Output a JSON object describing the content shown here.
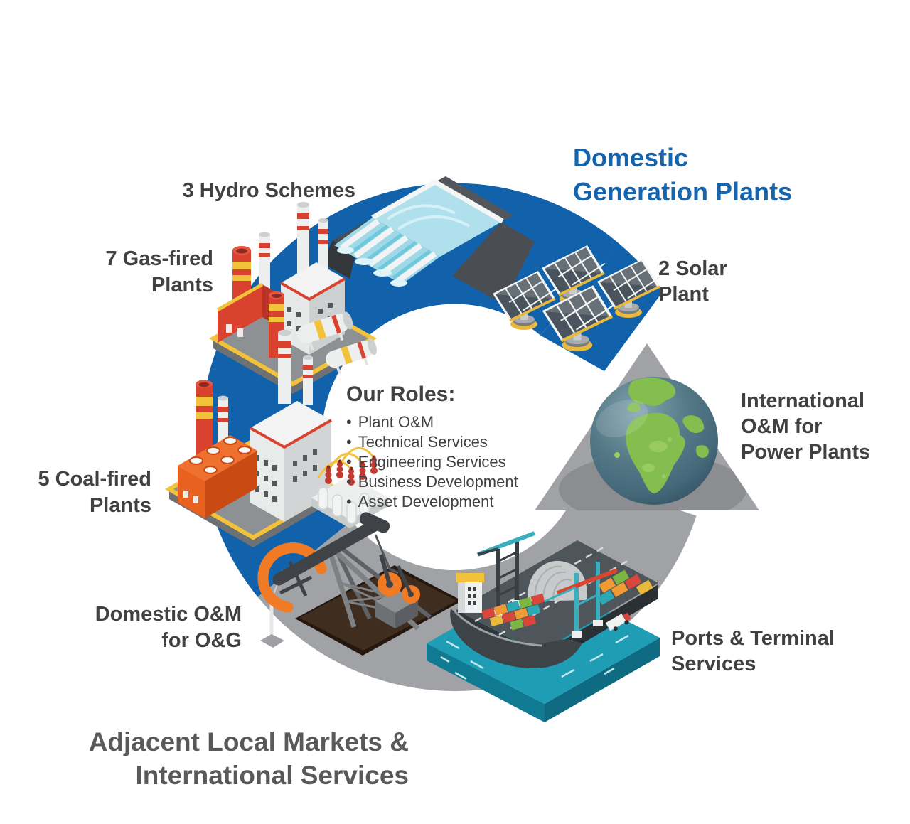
{
  "colors": {
    "brand_blue": "#1162AB",
    "heading_blue": "#1465AD",
    "ring_gray": "#A0A2A5",
    "label_text": "#414042",
    "bottom_heading_text": "#58595B"
  },
  "headings": {
    "domestic": [
      "Domestic",
      "Generation Plants"
    ],
    "adjacent": [
      "Adjacent Local Markets &",
      "International Services"
    ]
  },
  "labels": {
    "hydro": [
      "3 Hydro Schemes"
    ],
    "gas": [
      "7 Gas-fired",
      "Plants"
    ],
    "coal": [
      "5 Coal-fired",
      "Plants"
    ],
    "domestic_om": [
      "Domestic O&M",
      "for O&G"
    ],
    "solar": [
      "2 Solar",
      "Plant"
    ],
    "international_om": [
      "International",
      "O&M for",
      "Power Plants"
    ],
    "ports": [
      "Ports & Terminal",
      "Services"
    ]
  },
  "roles": {
    "title": "Our Roles:",
    "items": [
      "Plant O&M",
      "Technical Services",
      "Engineering Services",
      "Business Development",
      "Asset Development"
    ]
  }
}
